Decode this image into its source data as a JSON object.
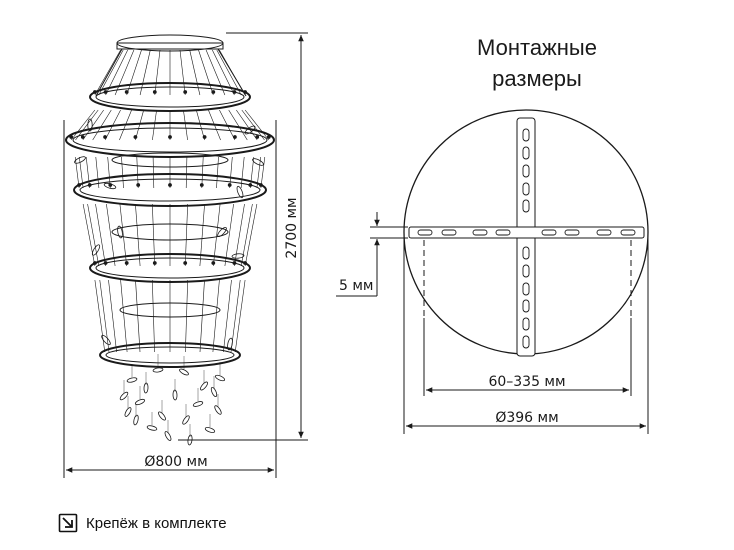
{
  "title": {
    "line1": "Монтажные",
    "line2": "размеры"
  },
  "dimensions": {
    "height": "2700 мм",
    "chandelier_diameter": "Ø800 мм",
    "bracket_thickness": "5 мм",
    "mount_range": "60–335 мм",
    "plate_diameter": "Ø396 мм"
  },
  "footer": {
    "label": "Крепёж в комплекте",
    "icon": "mount-arrow-icon"
  },
  "colors": {
    "line": "#1a1a1a",
    "background": "#ffffff"
  }
}
